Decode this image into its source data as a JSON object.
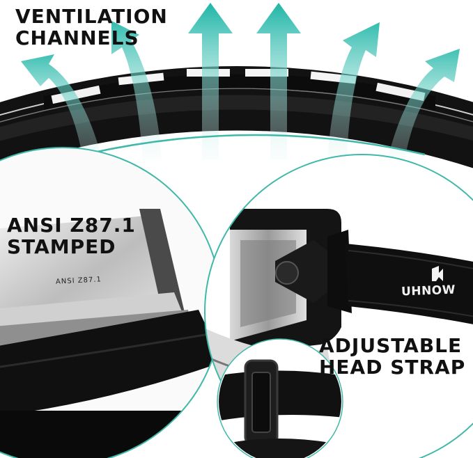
{
  "labels": {
    "ventilation_line1": "VENTILATION",
    "ventilation_line2": "CHANNELS",
    "ansi_line1": "ANSI Z87.1",
    "ansi_line2": "STAMPED",
    "strap_line1": "ADJUSTABLE",
    "strap_line2": "HEAD STRAP"
  },
  "lens_stamp": "ANSI Z87.1",
  "brand": "UHNOW",
  "colors": {
    "arrow_teal": "#2fbfb0",
    "accent_line": "#3fb8aa",
    "frame": "#111111"
  }
}
